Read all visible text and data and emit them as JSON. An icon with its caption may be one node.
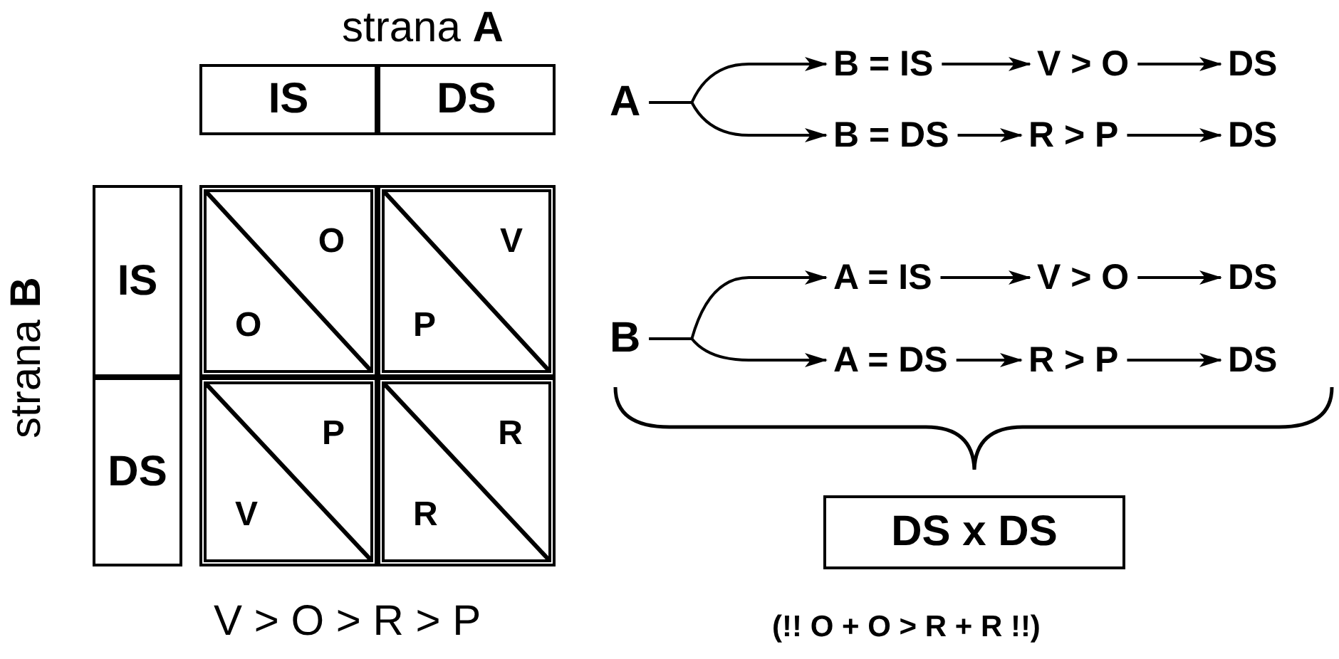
{
  "diagram": {
    "nodes": [
      {
        "text": [
          "IS"
        ]
      },
      {
        "text": [
          "DS"
        ]
      },
      {
        "text": [
          "IS"
        ]
      },
      {
        "text": [
          "O",
          "O"
        ]
      },
      {
        "text": [
          "V",
          "P"
        ]
      },
      {
        "text": [
          "DS"
        ]
      },
      {
        "text": [
          "P",
          "V"
        ]
      },
      {
        "text": [
          "R",
          "R"
        ]
      },
      {
        "text": [
          "A"
        ]
      },
      {
        "text": [
          "B = IS"
        ]
      },
      {
        "text": [
          "V > O"
        ]
      },
      {
        "text": [
          "DS"
        ]
      },
      {
        "text": [
          "B = DS"
        ]
      },
      {
        "text": [
          "R > P"
        ]
      },
      {
        "text": [
          "DS"
        ]
      },
      {
        "text": [
          "B"
        ]
      },
      {
        "text": [
          "A = IS"
        ]
      },
      {
        "text": [
          "V > O"
        ]
      },
      {
        "text": [
          "DS"
        ]
      },
      {
        "text": [
          "A = DS"
        ]
      },
      {
        "text": [
          "R > P"
        ]
      },
      {
        "text": [
          "DS"
        ]
      },
      {
        "text": [
          "DS x DS"
        ]
      }
    ],
    "edges": [
      {
        "from": 8,
        "to": 9,
        "arrow": "to"
      },
      {
        "from": 8,
        "to": 12,
        "arrow": "to"
      },
      {
        "from": 9,
        "to": 10,
        "arrow": "to"
      },
      {
        "from": 10,
        "to": 11,
        "arrow": "to"
      },
      {
        "from": 12,
        "to": 13,
        "arrow": "to"
      },
      {
        "from": 13,
        "to": 14,
        "arrow": "to"
      },
      {
        "from": 15,
        "to": 16,
        "arrow": "to"
      },
      {
        "from": 15,
        "to": 19,
        "arrow": "to"
      },
      {
        "from": 16,
        "to": 17,
        "arrow": "to"
      },
      {
        "from": 17,
        "to": 18,
        "arrow": "to"
      },
      {
        "from": 19,
        "to": 20,
        "arrow": "to"
      },
      {
        "from": 20,
        "to": 21,
        "arrow": "to"
      }
    ],
    "labels": [
      "strana **A**",
      "strana **B**",
      "V > O > R > P",
      "(!! O + O > R + R !!)"
    ]
  }
}
